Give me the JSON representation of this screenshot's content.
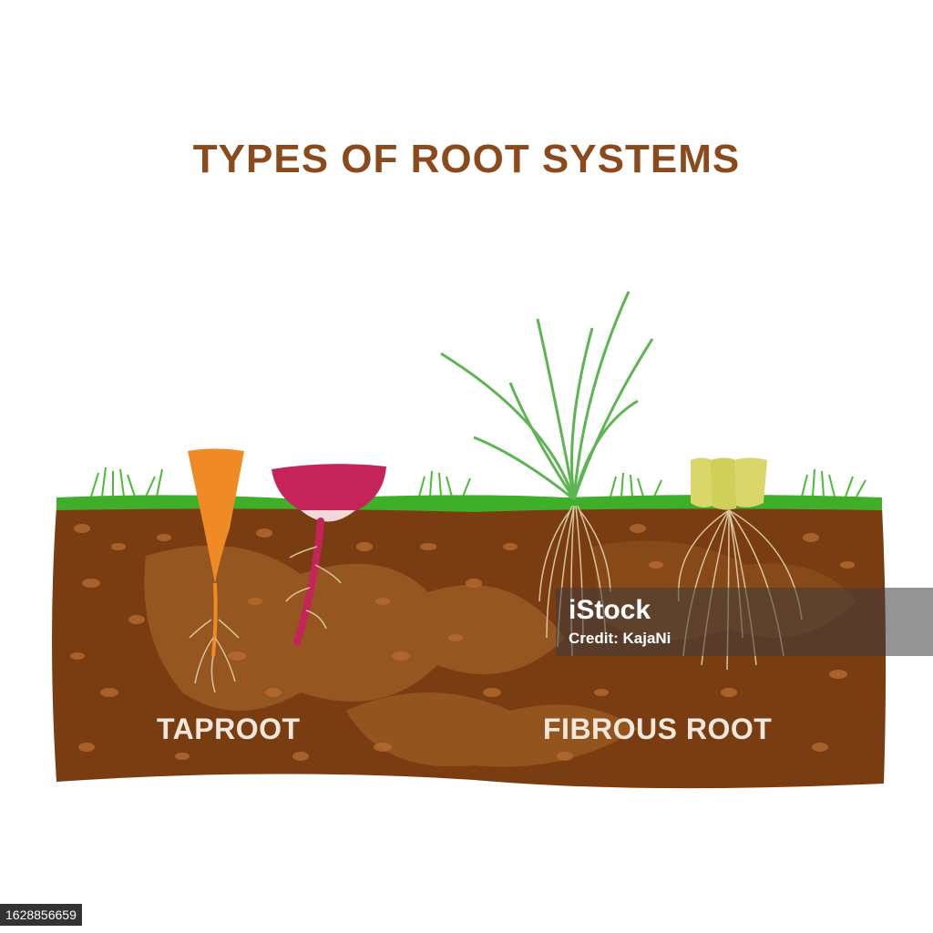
{
  "title": "TYPES OF ROOT SYSTEMS",
  "labels": {
    "taproot": "TAPROOT",
    "fibrous": "FIBROUS ROOT"
  },
  "watermark": {
    "logo": "iStock",
    "credit": "Credit: KajaNi"
  },
  "stock_id": "1628856659",
  "colors": {
    "title": "#8a4a1c",
    "soil": "#7a3d12",
    "soil_light": "#9b5a22",
    "grass": "#3fae29",
    "carrot": "#f08a24",
    "radish": "#c4245a",
    "onion_leaves": "#5db552",
    "bulb": "#d9d66a",
    "roots": "#d9c49e"
  }
}
